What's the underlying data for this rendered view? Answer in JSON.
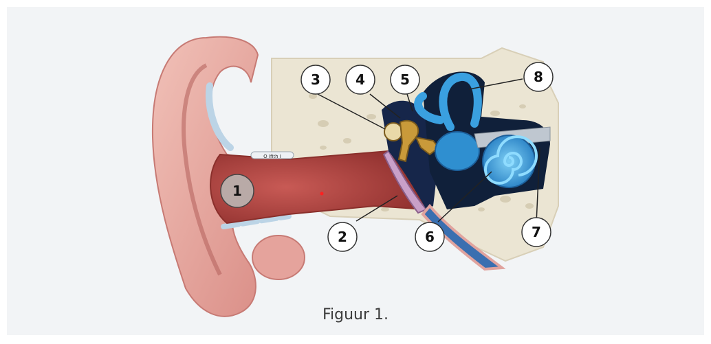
{
  "figure": {
    "caption": "Figuur 1.",
    "canal_marker_text": "O Ifith I"
  },
  "labels": [
    {
      "id": "1",
      "text": "1"
    },
    {
      "id": "2",
      "text": "2"
    },
    {
      "id": "3",
      "text": "3"
    },
    {
      "id": "4",
      "text": "4"
    },
    {
      "id": "5",
      "text": "5"
    },
    {
      "id": "6",
      "text": "6"
    },
    {
      "id": "7",
      "text": "7"
    },
    {
      "id": "8",
      "text": "8"
    }
  ],
  "colors": {
    "background": "#f2f4f6",
    "skin": "#e7a7a0",
    "canal": "#b24a46",
    "bone": "#ece6d6",
    "ossicles": "#c99a3a",
    "inner_ear": "#2f8fd0",
    "cavity": "#10203a"
  }
}
